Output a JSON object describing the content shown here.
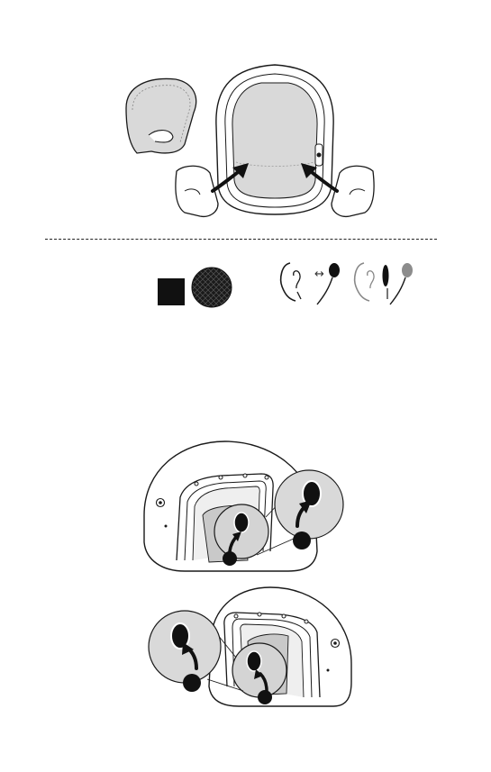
{
  "figure": {
    "steps": [
      {
        "id": "step-1",
        "description_hidden": ""
      },
      {
        "id": "step-2",
        "description_hidden": ""
      },
      {
        "id": "step-3",
        "description_hidden": ""
      }
    ],
    "symbols": {
      "swap_glyph": "↔"
    },
    "colors": {
      "stroke": "#1a1a1a",
      "pad_fill": "#d9d9d9",
      "light_fill": "#e8e8e8",
      "dark": "#111111",
      "grey_mic": "#8c8c8c"
    }
  }
}
